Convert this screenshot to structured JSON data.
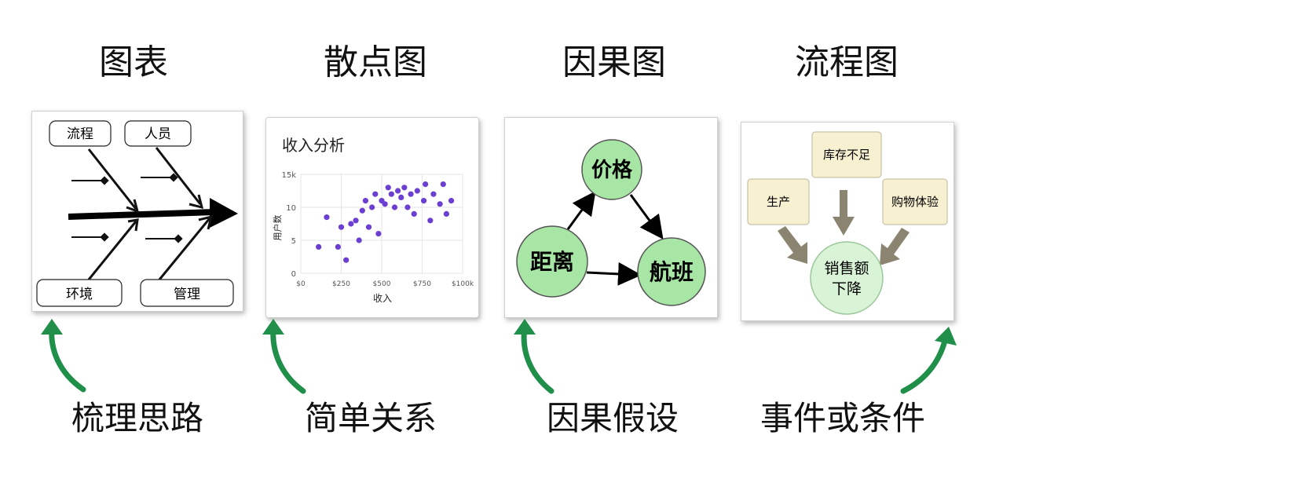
{
  "columns": [
    {
      "title": "图表",
      "caption": "梳理思路"
    },
    {
      "title": "散点图",
      "caption": "简单关系"
    },
    {
      "title": "因果图",
      "caption": "因果假设"
    },
    {
      "title": "流程图",
      "caption": "事件或条件"
    }
  ],
  "fishbone": {
    "labels": [
      "流程",
      "人员",
      "环境",
      "管理"
    ]
  },
  "scatter": {
    "title": "收入分析",
    "xlabel": "收入",
    "ylabel": "用户数",
    "xticks": [
      "$0",
      "$250",
      "$500",
      "$750",
      "$100k"
    ],
    "yticks": [
      "15k",
      "10",
      "5",
      "0"
    ],
    "dot_color": "#6a3fd1"
  },
  "causal": {
    "nodes": [
      "价格",
      "距离",
      "航班"
    ],
    "node_color": "#a8e6a6"
  },
  "flow": {
    "top": "库存不足",
    "left": "生产",
    "right": "购物体验",
    "center_line1": "销售额",
    "center_line2": "下降",
    "box_color": "#f7f1d2",
    "center_color": "#d8f3d6"
  },
  "accent_arrow_color": "#1f8f4a",
  "chart_data": {
    "type": "scatter",
    "title": "收入分析",
    "xlabel": "收入",
    "ylabel": "用户数",
    "xticks": [
      "$0",
      "$250",
      "$500",
      "$750",
      "$100k"
    ],
    "yticks": [
      "0",
      "5",
      "10",
      "15k"
    ],
    "xlim": [
      0,
      1000
    ],
    "ylim": [
      0,
      15
    ],
    "grid": true,
    "points": [
      [
        110,
        4
      ],
      [
        160,
        8.5
      ],
      [
        230,
        4
      ],
      [
        250,
        7
      ],
      [
        280,
        2
      ],
      [
        310,
        7.5
      ],
      [
        340,
        8
      ],
      [
        360,
        5
      ],
      [
        380,
        9.5
      ],
      [
        400,
        11
      ],
      [
        420,
        7
      ],
      [
        440,
        10
      ],
      [
        460,
        12
      ],
      [
        480,
        6
      ],
      [
        500,
        11
      ],
      [
        520,
        10.5
      ],
      [
        540,
        13
      ],
      [
        560,
        12
      ],
      [
        580,
        10
      ],
      [
        600,
        12.5
      ],
      [
        620,
        11.5
      ],
      [
        640,
        13
      ],
      [
        660,
        10
      ],
      [
        680,
        12
      ],
      [
        700,
        9
      ],
      [
        720,
        12.5
      ],
      [
        760,
        11
      ],
      [
        770,
        13.5
      ],
      [
        800,
        8
      ],
      [
        820,
        12
      ],
      [
        860,
        10.5
      ],
      [
        880,
        13.5
      ],
      [
        900,
        9
      ],
      [
        930,
        11
      ]
    ]
  }
}
